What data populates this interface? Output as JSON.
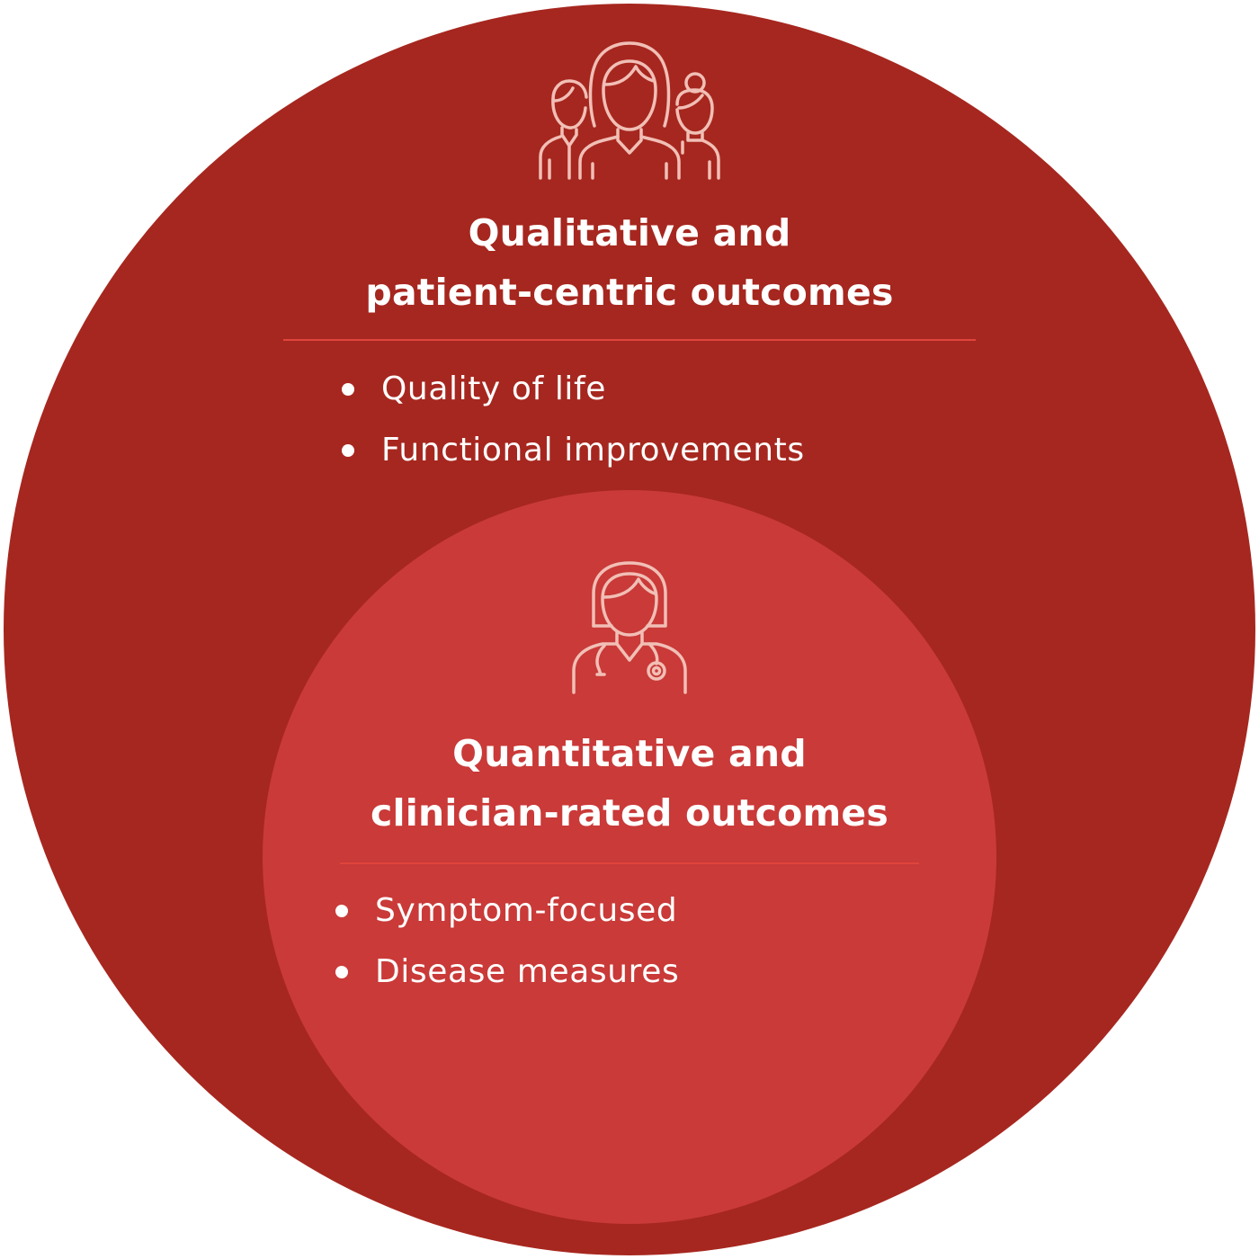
{
  "colors": {
    "outer_circle": "#A6271F",
    "inner_circle": "#C93A38",
    "divider": "#E0443C",
    "icon_stroke": "#F1BFB6",
    "text": "#FFFFFF"
  },
  "outer": {
    "icon": "patient-group-icon",
    "heading_line1": "Qualitative and",
    "heading_line2": "patient-centric outcomes",
    "bullets": [
      "Quality of life",
      "Functional improvements"
    ]
  },
  "inner": {
    "icon": "clinician-icon",
    "heading_line1": "Quantitative and",
    "heading_line2": "clinician-rated outcomes",
    "bullets": [
      "Symptom-focused",
      "Disease measures"
    ]
  }
}
